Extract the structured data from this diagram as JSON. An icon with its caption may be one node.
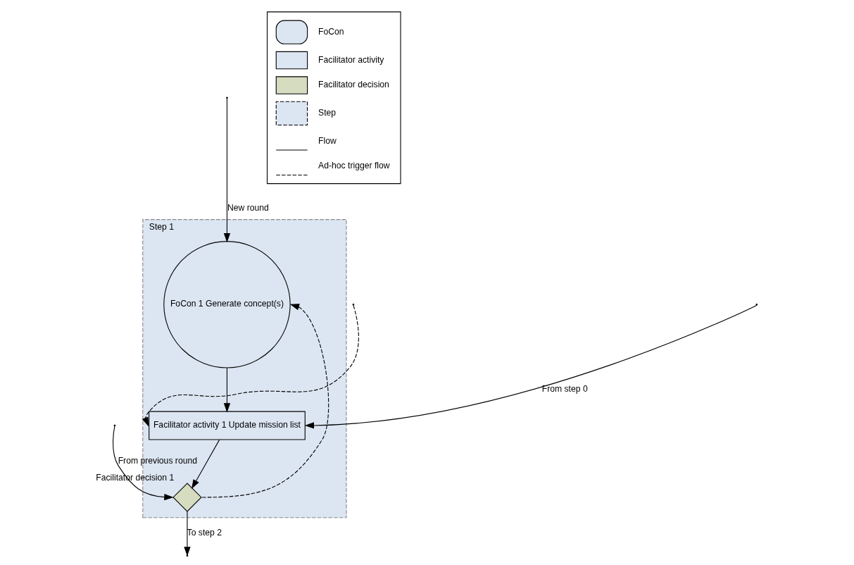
{
  "diagram": {
    "nodes": [
      {
        "text": [
          "Step 1"
        ]
      },
      {
        "text": [
          "FoCon 1 Generate concept(s)"
        ],
        "in": 0
      },
      {
        "text": [
          "Facilitator activity 1 Update mission list"
        ],
        "in": 0
      },
      {
        "text": [],
        "shape": "diamond",
        "in": 0,
        "beside": [
          "Facilitator decision 1"
        ]
      }
    ],
    "edges": [
      {
        "from": null,
        "to": 1,
        "arrow": "to",
        "label": "New round"
      },
      {
        "from": 1,
        "to": 2,
        "arrow": "to"
      },
      {
        "from": null,
        "to": 2,
        "arrow": "to",
        "label": "From step 0"
      },
      {
        "from": null,
        "to": 2,
        "arrow": "to",
        "style": "dashed"
      },
      {
        "from": 2,
        "to": 3,
        "arrow": "to"
      },
      {
        "from": 3,
        "to": 1,
        "arrow": "to",
        "style": "dashed"
      },
      {
        "from": null,
        "to": 3,
        "arrow": "to",
        "label": "From previous round"
      },
      {
        "from": 3,
        "to": null,
        "arrow": "to",
        "label": "To step 2"
      }
    ],
    "legend": [
      {
        "text": "FoCon"
      },
      {
        "text": "Facilitator activity"
      },
      {
        "text": "Facilitator decision"
      },
      {
        "text": "Step"
      },
      {
        "text": "Flow"
      },
      {
        "text": "Ad-hoc trigger flow"
      }
    ]
  }
}
